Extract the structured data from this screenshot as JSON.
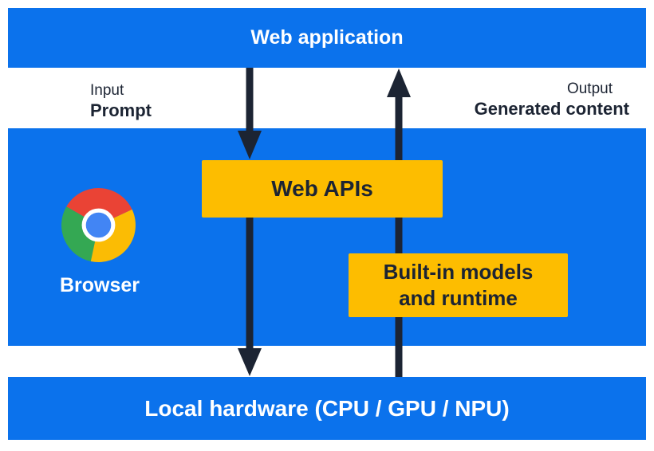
{
  "colors": {
    "blue": "#0b72ec",
    "yellow": "#fdbd00",
    "navy": "#1c2433",
    "white_text": "#ffffff",
    "chrome_red": "#ea4335",
    "chrome_green": "#34a853",
    "chrome_yellow": "#fbbc04",
    "chrome_blue": "#4285f4"
  },
  "diagram": {
    "web_application_label": "Web application",
    "input": {
      "title": "Input",
      "value": "Prompt"
    },
    "output": {
      "title": "Output",
      "value": "Generated content"
    },
    "browser_label": "Browser",
    "web_apis_label": "Web APIs",
    "builtin_models": {
      "line1": "Built-in models",
      "line2": "and runtime"
    },
    "local_hardware_label": "Local hardware (CPU / GPU / NPU)",
    "icons": {
      "chrome_logo": "chrome-browser-logo",
      "down_arrow": "▼",
      "up_arrow": "▲"
    }
  }
}
